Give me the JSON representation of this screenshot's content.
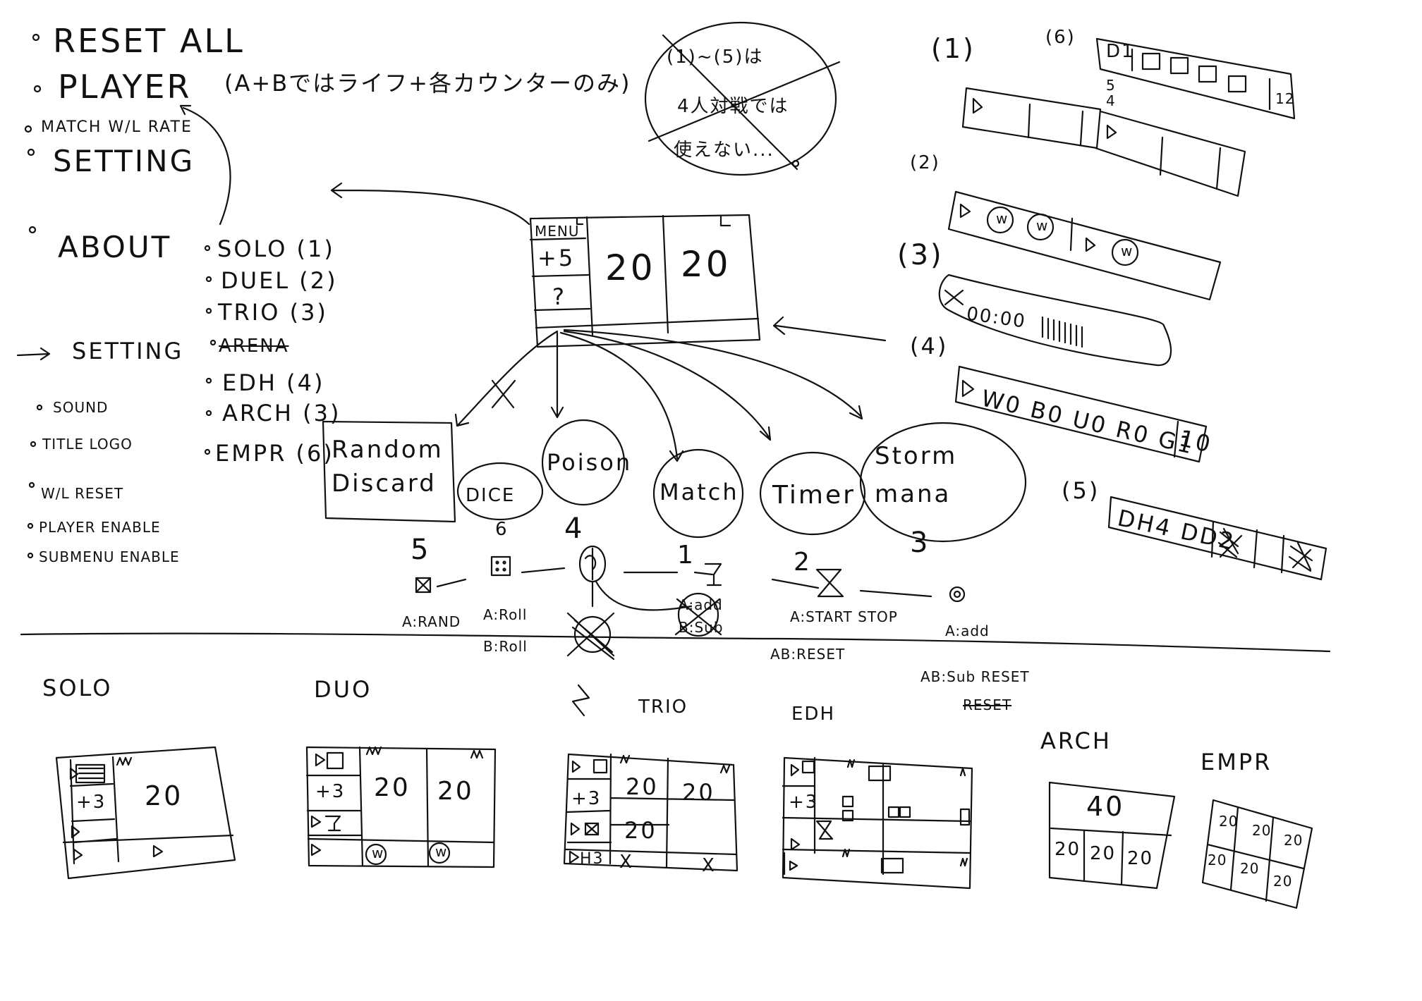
{
  "menu_list": {
    "reset_all": "RESET ALL",
    "reset_note": "(A+Bではライフ+各カウンターのみ)",
    "player": "PLAYER",
    "match_wl_rate": "MATCH W/L RATE",
    "setting": "SETTING",
    "about": "ABOUT"
  },
  "modes_list": [
    "SOLO (1)",
    "DUEL (2)",
    "TRIO (3)",
    "EDH (4)",
    "ARCH (3)",
    "EMPR (6)"
  ],
  "modes_struck": "ARENA",
  "setting_list": {
    "title": "SETTING",
    "items": [
      "SOUND",
      "TITLE LOGO",
      "W/L RESET",
      "PLAYER ENABLE",
      "SUBMENU ENABLE"
    ]
  },
  "crossed_note": {
    "line1": "(1)~(5)は",
    "line2": "4人対戦では",
    "line3": "使えない..."
  },
  "main_screen": {
    "menu": "MENU",
    "plus": "+5",
    "question": "?",
    "life1": "20",
    "life2": "20"
  },
  "features": [
    {
      "name": "Random Discard",
      "number": "5",
      "label": "A:RAND"
    },
    {
      "name": "DICE",
      "number": "6",
      "label": "A:Roll",
      "label2": "B:Roll"
    },
    {
      "name": "Poison",
      "number": "4"
    },
    {
      "name": "Match",
      "number": "1",
      "label": "A:add",
      "label2": "B:Sub"
    },
    {
      "name": "Timer",
      "number": "2",
      "label": "A:START STOP",
      "label2": "AB:RESET"
    },
    {
      "name": "Storm mana",
      "number": "3",
      "label": "A:add",
      "label2": "AB:Sub RESET",
      "label3": "RESET"
    }
  ],
  "right_panels": {
    "p1": "(1)",
    "p2": "(2)",
    "p3": "(3)",
    "p4": "(4)",
    "p5": "(5)",
    "p6": "(6)",
    "dice_label": "D1",
    "dice_arrow": "5\n4",
    "dice_end": "12",
    "w": "w",
    "timer": "00:00",
    "storm_text": "W0 B0 U0 R0 G1",
    "storm_end": "10",
    "p5_text": "DH4 DD2"
  },
  "layouts": {
    "solo": {
      "title": "SOLO",
      "plus": "+3",
      "life": "20"
    },
    "duo": {
      "title": "DUO",
      "plus": "+3",
      "life1": "20",
      "life2": "20",
      "w": "w"
    },
    "trio": {
      "title": "TRIO",
      "plus": "+3",
      "life1": "20",
      "life2": "20",
      "life3": "20",
      "h3": "H3",
      "x": "X"
    },
    "edh": {
      "title": "EDH",
      "plus": "+3"
    },
    "arch": {
      "title": "ARCH",
      "big": "40",
      "small": [
        "20",
        "20",
        "20"
      ]
    },
    "empr": {
      "title": "EMPR",
      "cells": [
        "20",
        "20",
        "20",
        "20",
        "20",
        "20"
      ]
    }
  }
}
